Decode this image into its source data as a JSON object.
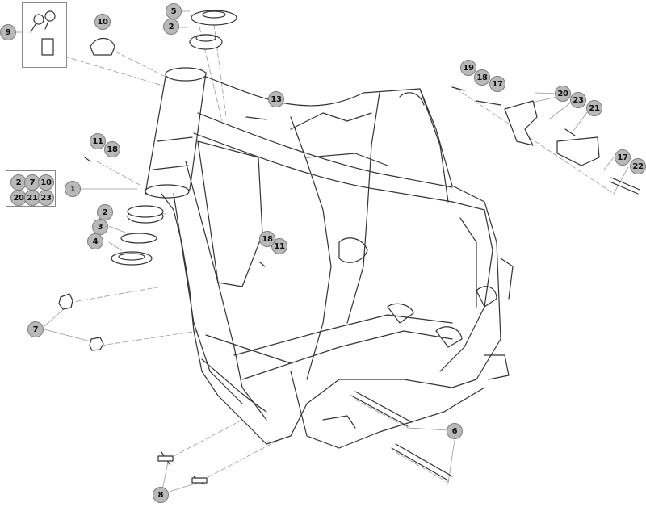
{
  "callouts": {
    "p1": "1",
    "p2a": "2",
    "p2b": "2",
    "p3": "3",
    "p4": "4",
    "p5": "5",
    "p6": "6",
    "p7": "7",
    "p8": "8",
    "p9": "9",
    "p10": "10",
    "p11a": "11",
    "p11b": "11",
    "p13": "13",
    "p17a": "17",
    "p17b": "17",
    "p18a": "18",
    "p18b": "18",
    "p18c": "18",
    "p19": "19",
    "p20": "20",
    "p21": "21",
    "p22": "22",
    "p23": "23"
  },
  "group_box": [
    "2",
    "7",
    "10",
    "20",
    "21",
    "23"
  ]
}
